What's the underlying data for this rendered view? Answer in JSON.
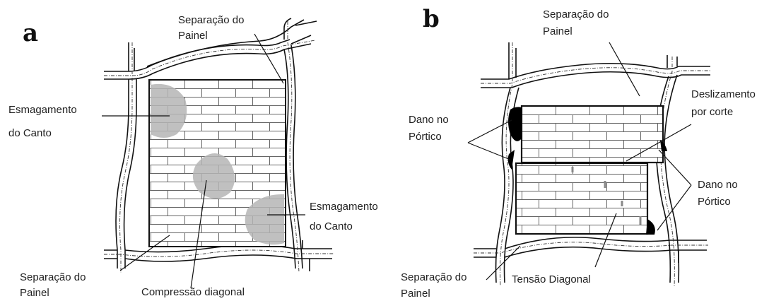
{
  "colors": {
    "line": "#111111",
    "brick": "#666666",
    "crush": "#b5b5b5",
    "damage": "#000000"
  },
  "panel_a": {
    "letter": "a",
    "separation_top": [
      "Separação do",
      "Painel"
    ],
    "crush_left": [
      "Esmagamento",
      "do Canto"
    ],
    "crush_right": [
      "Esmagamento",
      "do Canto"
    ],
    "separation_bottom": [
      "Separação do",
      "Painel"
    ],
    "compression": "Compressão diagonal"
  },
  "panel_b": {
    "letter": "b",
    "separation_top": [
      "Separação do",
      "Painel"
    ],
    "frame_damage_left": [
      "Dano no",
      "Pórtico"
    ],
    "sliding": [
      "Deslizamento",
      "por corte"
    ],
    "frame_damage_right": [
      "Dano no",
      "Pórtico"
    ],
    "separation_bottom": [
      "Separação do",
      "Painel"
    ],
    "tension": "Tensão Diagonal"
  }
}
